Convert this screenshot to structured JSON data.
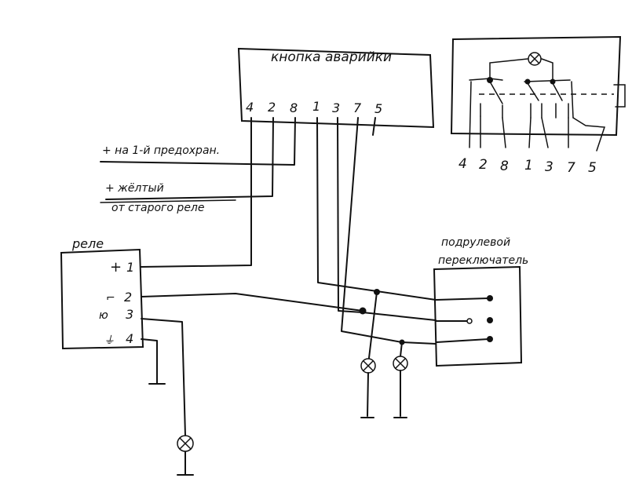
{
  "hazard_button": {
    "title": "кнопка аварийки",
    "pins": [
      "4",
      "2",
      "8",
      "1",
      "3",
      "7",
      "5"
    ]
  },
  "relay": {
    "title": "реле",
    "terminals": [
      {
        "num": "1",
        "symbol": "+"
      },
      {
        "num": "2",
        "symbol": "⌐"
      },
      {
        "num": "3",
        "symbol": "ю"
      },
      {
        "num": "4",
        "symbol": "⏚"
      }
    ]
  },
  "wire_labels": {
    "fuse": "+ на 1-й предохран.",
    "yellow_line1": "+ жёлтый",
    "yellow_line2": "от старого реле"
  },
  "stalk_switch": {
    "title_line1": "подрулевой",
    "title_line2": "переключатель"
  },
  "schematic": {
    "pins": [
      "4",
      "2",
      "8",
      "1",
      "3",
      "7",
      "5"
    ]
  }
}
